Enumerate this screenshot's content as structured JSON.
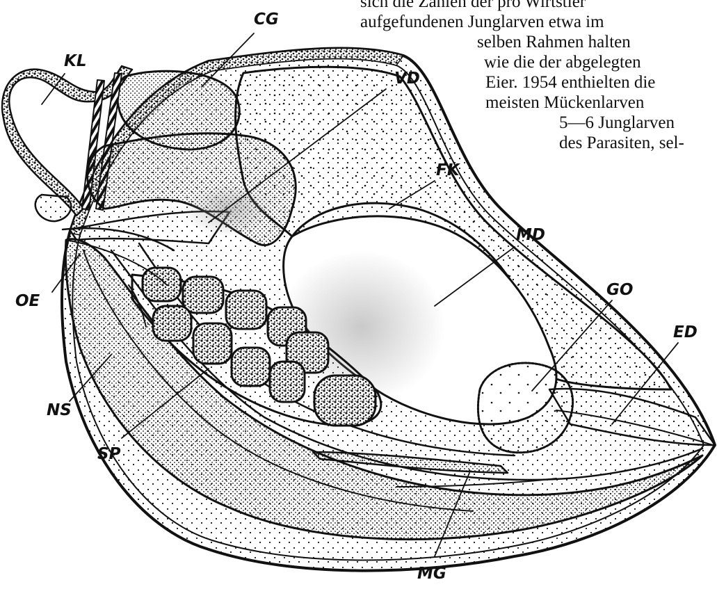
{
  "text_lines": [
    "sich die Zahlen der pro Wirtstier",
    "aufgefundenen Junglarven etwa im",
    "selben Rahmen halten",
    "wie die der abgelegten",
    "Eier. 1954 enthielten die",
    "meisten Mückenlarven",
    "5—6 Junglarven",
    "des Parasiten, sel-"
  ],
  "labels": {
    "CG": "CG",
    "KL": "KL",
    "VD": "VD",
    "FK": "FK",
    "MD": "MD",
    "OE": "OE",
    "GO": "GO",
    "ED": "ED",
    "NS": "NS",
    "SP": "SP",
    "MG": "MG"
  },
  "colors": {
    "ink": "#111111",
    "paper": "#ffffff"
  }
}
